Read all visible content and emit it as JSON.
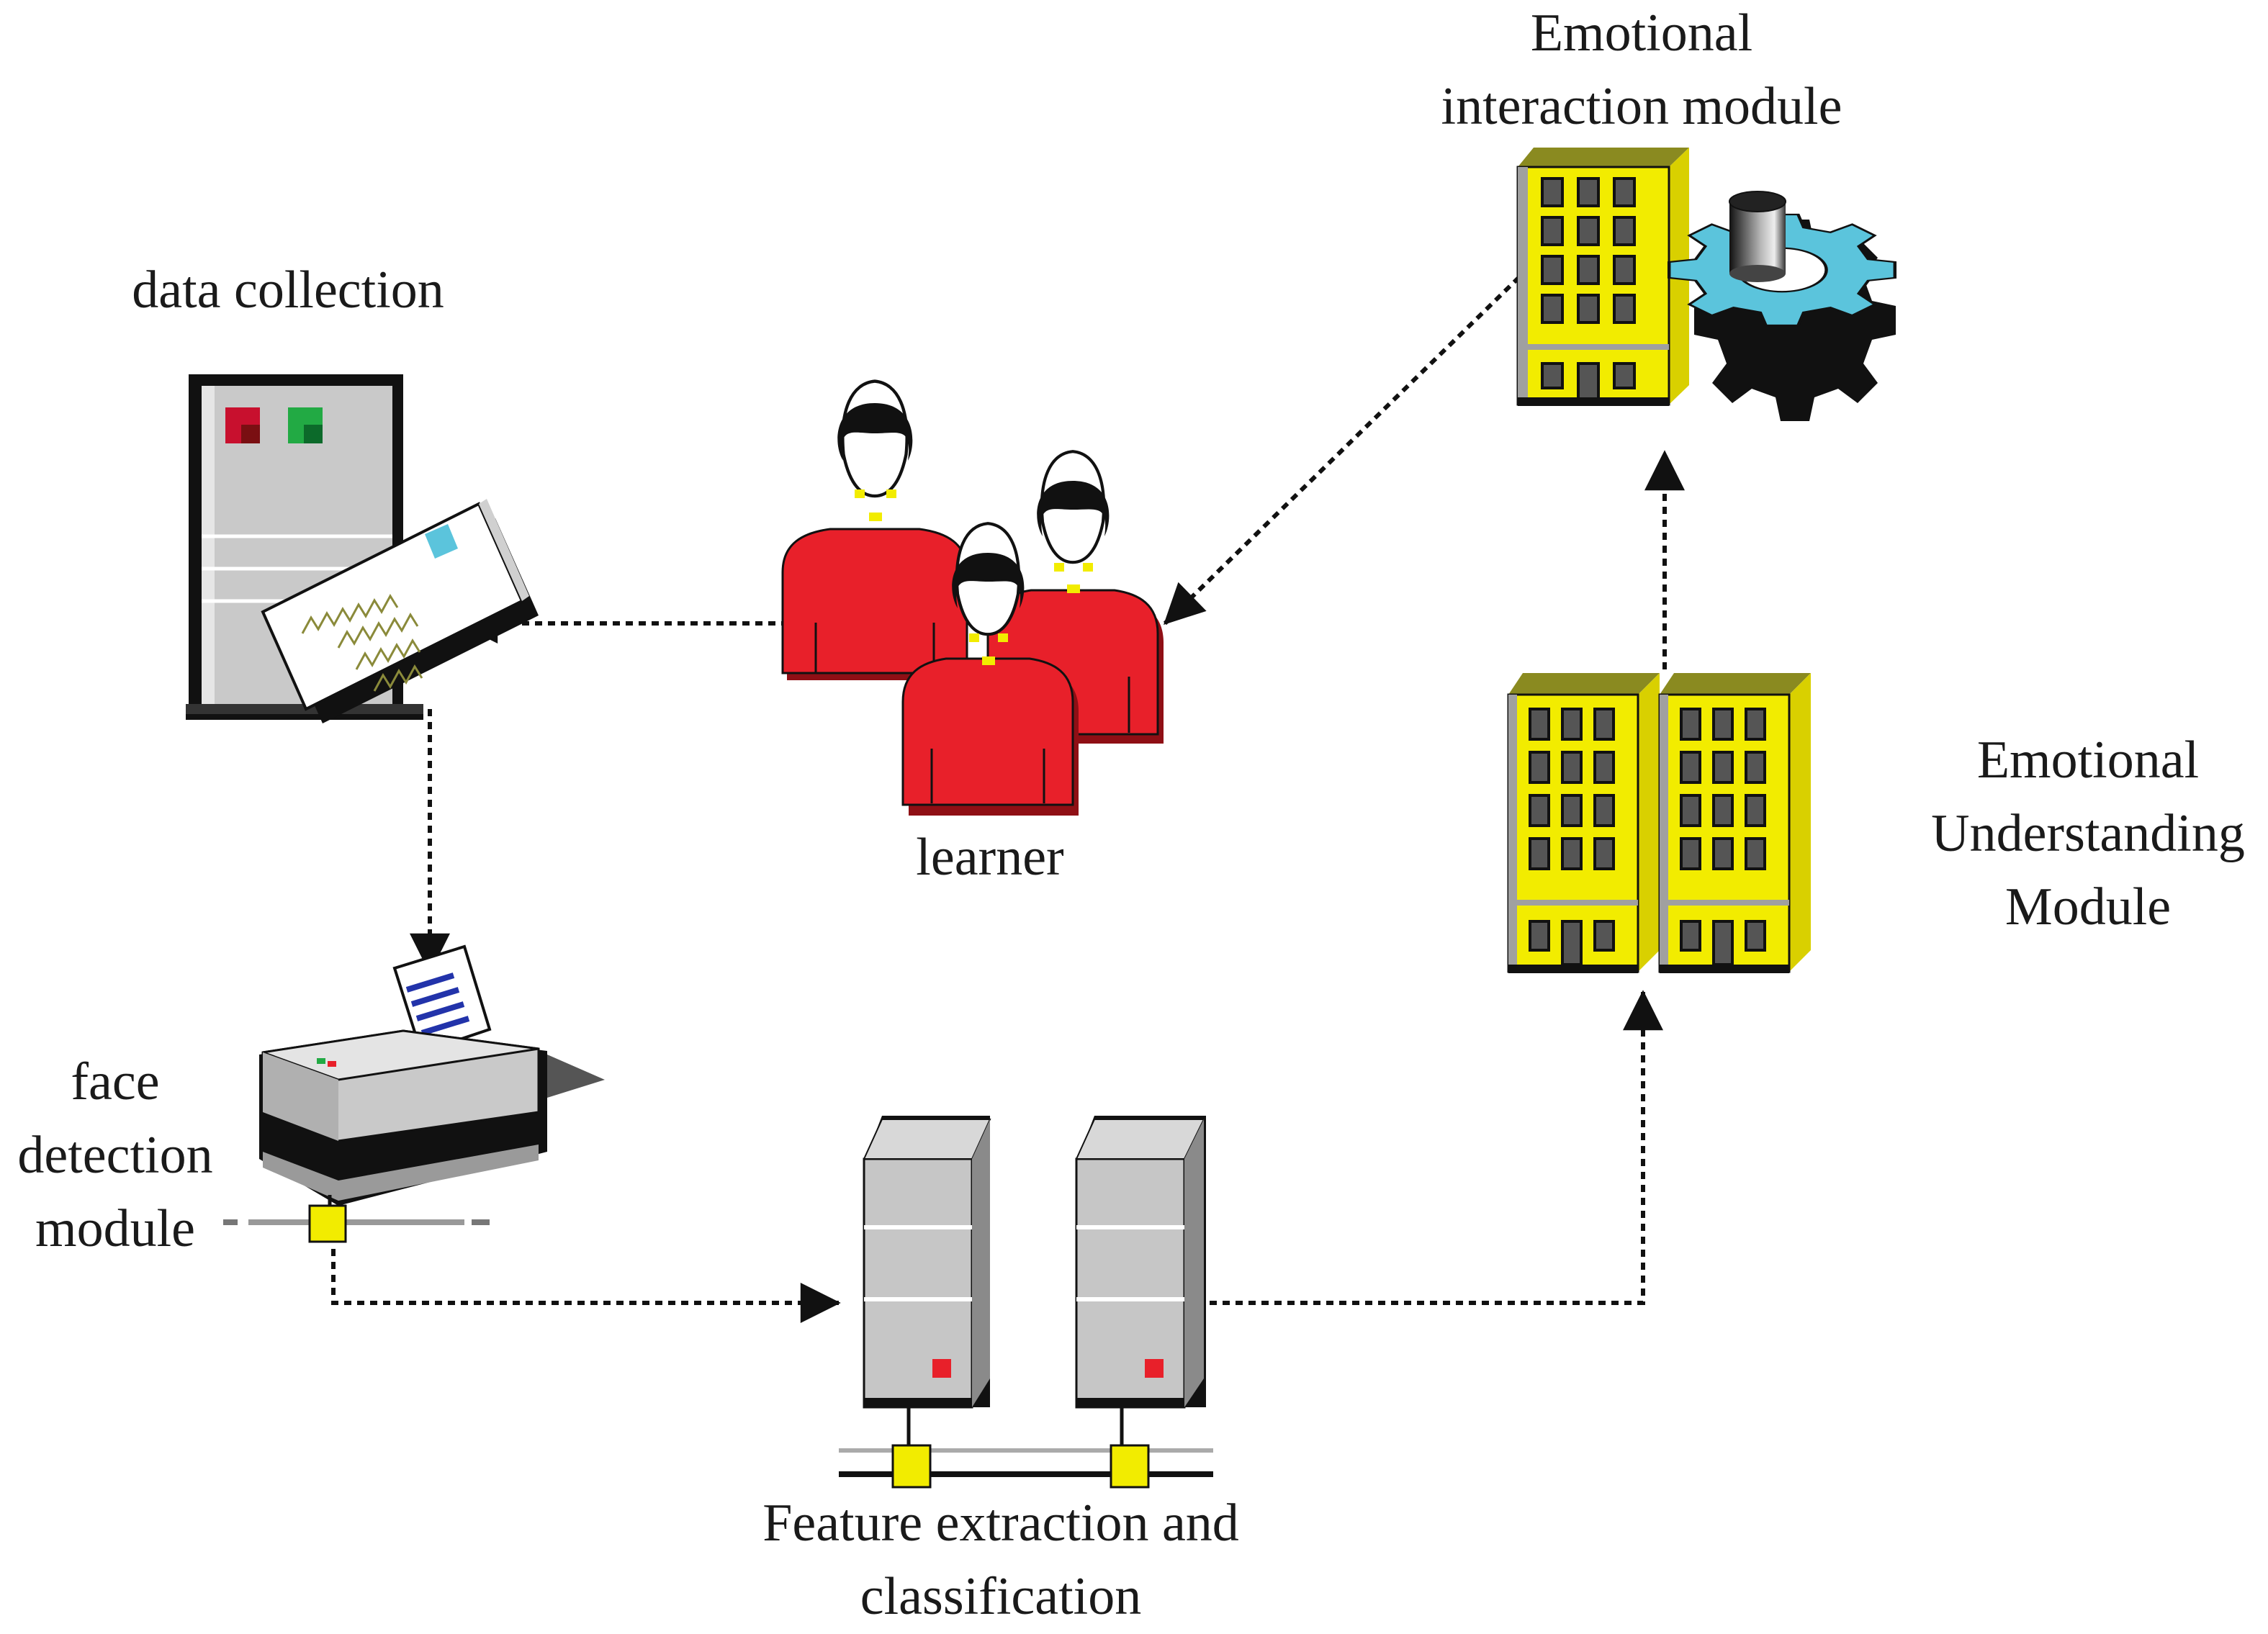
{
  "labels": {
    "data_collection": "data collection",
    "learner": "learner",
    "face_detection": [
      "face",
      "detection",
      "module"
    ],
    "feature_extraction": [
      "Feature extraction and",
      "classification"
    ],
    "emotional_understanding": [
      "Emotional",
      "Understanding",
      "Module"
    ],
    "emotional_interaction": [
      "Emotional",
      "interaction module"
    ]
  },
  "icons": {
    "data_collection": "server-rack-with-envelope-icon",
    "learner": "people-group-icon",
    "face_detection": "printer-icon",
    "feature_extraction": "twin-server-towers-icon",
    "emotional_understanding": "twin-office-buildings-icon",
    "emotional_interaction": "office-building-with-gear-icon"
  },
  "flows": [
    {
      "from": "learner",
      "to": "data collection"
    },
    {
      "from": "data collection",
      "to": "face detection module"
    },
    {
      "from": "face detection module",
      "to": "Feature extraction and classification"
    },
    {
      "from": "Feature extraction and classification",
      "to": "Emotional Understanding Module"
    },
    {
      "from": "Emotional Understanding Module",
      "to": "Emotional interaction module"
    },
    {
      "from": "Emotional interaction module",
      "to": "learner"
    }
  ],
  "colors": {
    "person_shirt": "#e8202a",
    "building": "#f2ec00",
    "gear": "#5bc4dc",
    "device_gray": "#c8c8c8"
  }
}
